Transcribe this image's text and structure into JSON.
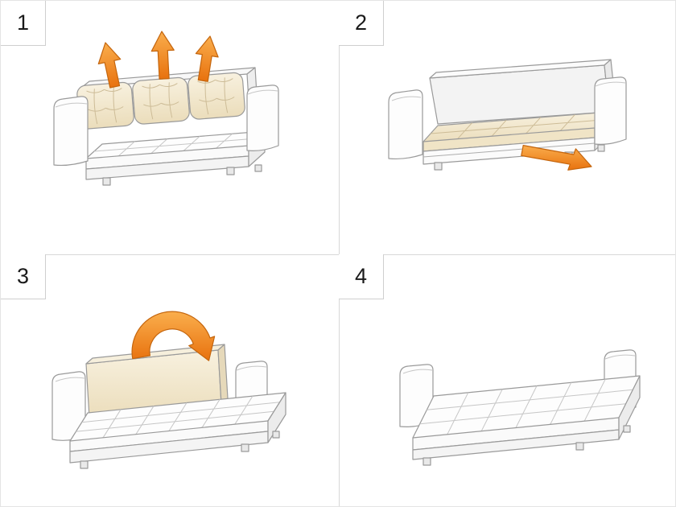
{
  "steps": [
    {
      "number": "1",
      "illustration": "sofa-with-back-cushions",
      "action_icons": [
        "arrow-up-icon",
        "arrow-up-icon",
        "arrow-up-icon"
      ]
    },
    {
      "number": "2",
      "illustration": "sofa-seat-exposed",
      "action_icons": [
        "arrow-pull-out-icon"
      ]
    },
    {
      "number": "3",
      "illustration": "sofa-backrest-upright-extended",
      "action_icons": [
        "arrow-flip-down-icon"
      ]
    },
    {
      "number": "4",
      "illustration": "sofa-bed-flat",
      "action_icons": []
    }
  ],
  "colors": {
    "accent_orange": "#F0821E",
    "outline_gray": "#9A9A9A",
    "cushion_beige": "#F3EAD2",
    "divider_gray": "#D8D8D8",
    "background": "#FFFFFF"
  }
}
